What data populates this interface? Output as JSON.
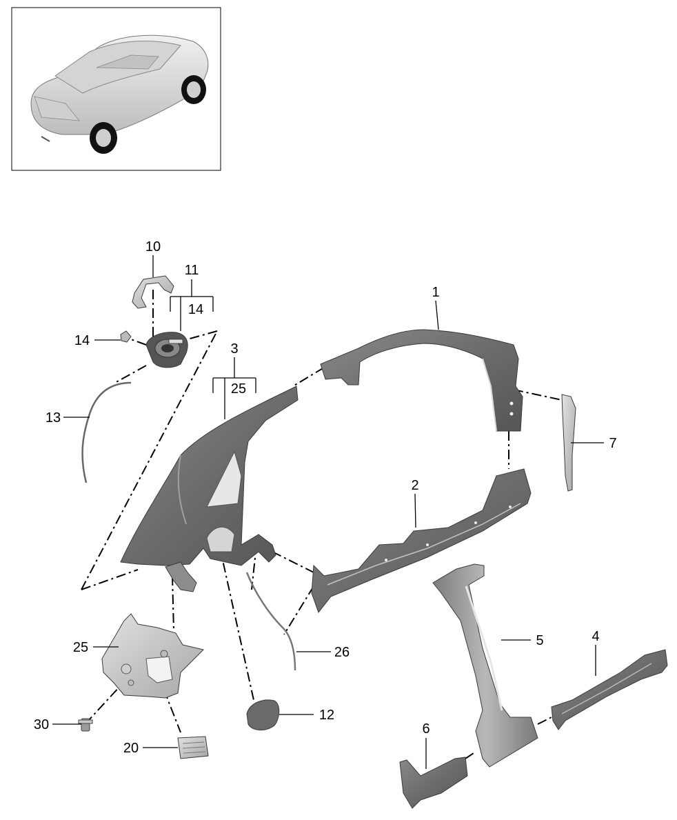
{
  "callouts": {
    "c1": "1",
    "c2": "2",
    "c3": "3",
    "c4": "4",
    "c5": "5",
    "c6": "6",
    "c7": "7",
    "c10": "10",
    "c11": "11",
    "c12": "12",
    "c13": "13",
    "c14_bracket": "14",
    "c14_left": "14",
    "c20": "20",
    "c25_bracket": "25",
    "c25_left": "25",
    "c26": "26",
    "c30": "30"
  },
  "colors": {
    "part_dark": "#6f6f6f",
    "part_mid": "#9a9a9a",
    "part_light": "#c9c9c9",
    "line": "#000000"
  }
}
